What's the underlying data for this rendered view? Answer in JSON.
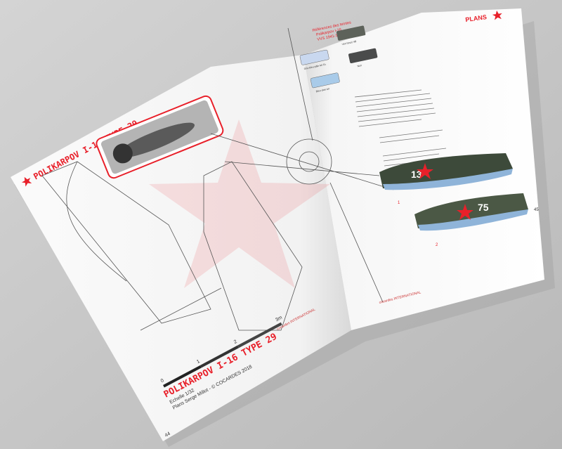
{
  "left_page": {
    "header_title": "POLIKARPOV I-16 TYPE 29",
    "footer_title": "POLIKARPOV I-16 TYPE 29",
    "scale_label": "Echelle 1/32",
    "credit": "Plans Serge Millot - © COCARDES 2018",
    "page_number": "44",
    "scale_ticks": [
      "0",
      "1",
      "2",
      "3m"
    ],
    "publisher": "cocardes INTERNATIONAL"
  },
  "right_page": {
    "section_tab": "PLANS",
    "colors_title": [
      "Références des teintes",
      "Polikarpov I-16",
      "VVS 1941-1942"
    ],
    "swatches": [
      {
        "name": "Gris-bleu pâle AII Gr",
        "color": "#c9d8ef"
      },
      {
        "name": "Vert foncé 4B",
        "color": "#5d625a"
      },
      {
        "name": "Bleu clair AII",
        "color": "#a9cbe9"
      },
      {
        "name": "Noir",
        "color": "#4a4b4b"
      }
    ],
    "profiles": [
      {
        "marker": "1",
        "number": "13"
      },
      {
        "marker": "2",
        "number": "75"
      }
    ],
    "page_number": "45",
    "publisher": "cocardes INTERNATIONAL"
  },
  "colors": {
    "accent": "#e8202a",
    "background": "#c9c9c9"
  }
}
